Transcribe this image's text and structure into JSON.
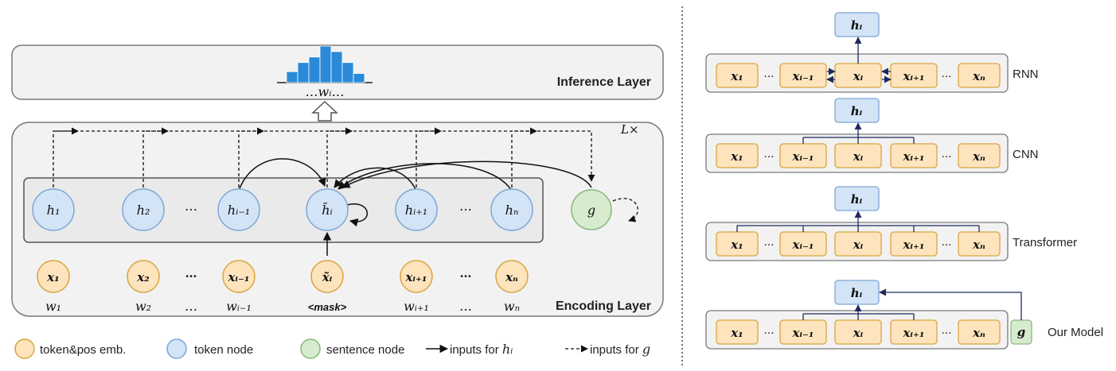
{
  "left": {
    "inference_label": "Inference Layer",
    "inference_word": "…wᵢ…",
    "encoding_label": "Encoding Layer",
    "repeat_label": "L×",
    "h_nodes": [
      "h₁",
      "h₂",
      "…",
      "hᵢ₋₁",
      "h̃ᵢ",
      "hᵢ₊₁",
      "…",
      "hₙ"
    ],
    "g_label": "g",
    "x_nodes": [
      "x₁",
      "x₂",
      "…",
      "xᵢ₋₁",
      "x̃ᵢ",
      "xᵢ₊₁",
      "…",
      "xₙ"
    ],
    "words": [
      "w₁",
      "w₂",
      "…",
      "wᵢ₋₁",
      "<mask>",
      "wᵢ₊₁",
      "…",
      "wₙ"
    ],
    "histogram_bars": [
      0.3,
      0.55,
      0.7,
      1.0,
      0.85,
      0.55,
      0.25
    ]
  },
  "legend": {
    "token_pos": "token&pos emb.",
    "token_node": "token node",
    "sentence_node": "sentence node",
    "inputs_h": "inputs for ",
    "inputs_h_var": "hᵢ",
    "inputs_g": "inputs for ",
    "inputs_g_var": "g"
  },
  "right": {
    "panels": [
      {
        "name": "RNN"
      },
      {
        "name": "CNN"
      },
      {
        "name": "Transformer"
      },
      {
        "name": "Our Model"
      }
    ],
    "h_label": "hᵢ",
    "x_tokens": [
      "x₁",
      "…",
      "xᵢ₋₁",
      "xᵢ",
      "xᵢ₊₁",
      "…",
      "xₙ"
    ],
    "g_label": "g"
  },
  "colors": {
    "orange_fill": "#fde4bd",
    "orange_stroke": "#d9a441",
    "blue_fill": "#d3e4f7",
    "blue_stroke": "#7ea6d6",
    "green_fill": "#d7ebcf",
    "green_stroke": "#89b97b",
    "panel_fill": "#f2f2f2",
    "bar": "#2a8ad8"
  }
}
